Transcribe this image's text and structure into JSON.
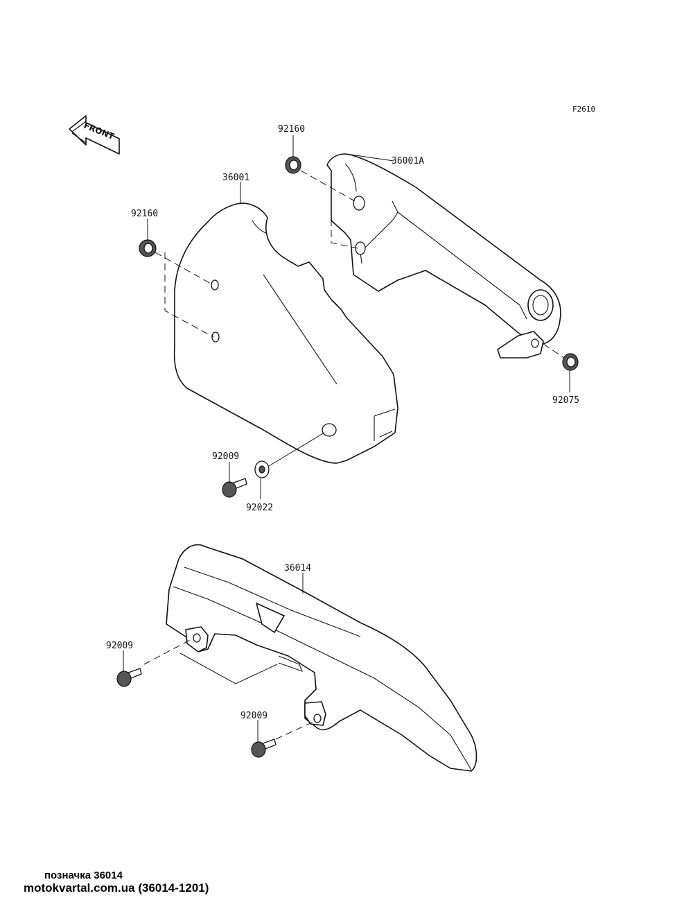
{
  "figure_code": "F2610",
  "front_arrow_label": "FRONT",
  "callouts": {
    "grommet_right": "92160",
    "bracket": "36001A",
    "side_cover": "36001",
    "grommet_left": "92160",
    "collar": "92075",
    "bolt_upper": "92009",
    "washer": "92022",
    "chain_cover": "36014",
    "bolt_left": "92009",
    "bolt_lower": "92009"
  },
  "footer": {
    "caption": "позначка 36014",
    "source": "motokvartal.com.ua (36014-1201)"
  }
}
